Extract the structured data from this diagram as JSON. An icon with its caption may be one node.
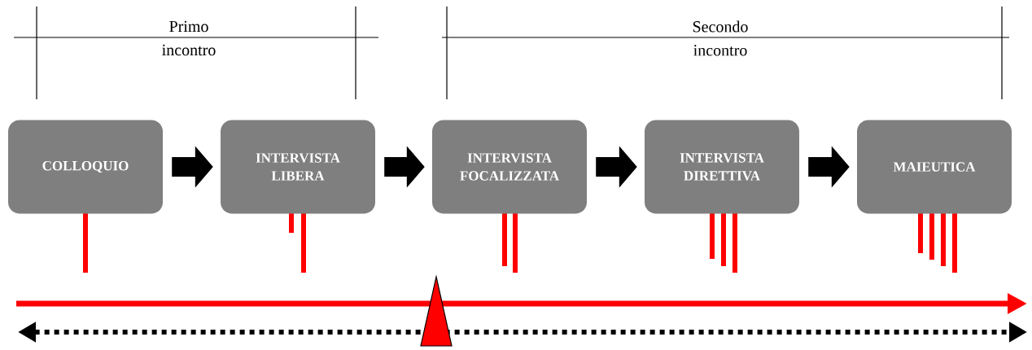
{
  "diagram": {
    "nodes": [
      {
        "text": [
          "COLLOQUIO"
        ]
      },
      {
        "text": [
          "INTERVISTA LIBERA"
        ]
      },
      {
        "text": [
          "INTERVISTA FOCALIZZATA"
        ]
      },
      {
        "text": [
          "INTERVISTA DIRETTIVA"
        ]
      },
      {
        "text": [
          "MAIEUTICA"
        ]
      }
    ],
    "edges": [
      {
        "from": 0,
        "to": 1,
        "arrow": "to"
      },
      {
        "from": 1,
        "to": 2,
        "arrow": "to"
      },
      {
        "from": 2,
        "to": 3,
        "arrow": "to"
      },
      {
        "from": 3,
        "to": 4,
        "arrow": "to"
      }
    ],
    "labels": [
      "Primo incontro",
      "Secondo incontro"
    ]
  }
}
